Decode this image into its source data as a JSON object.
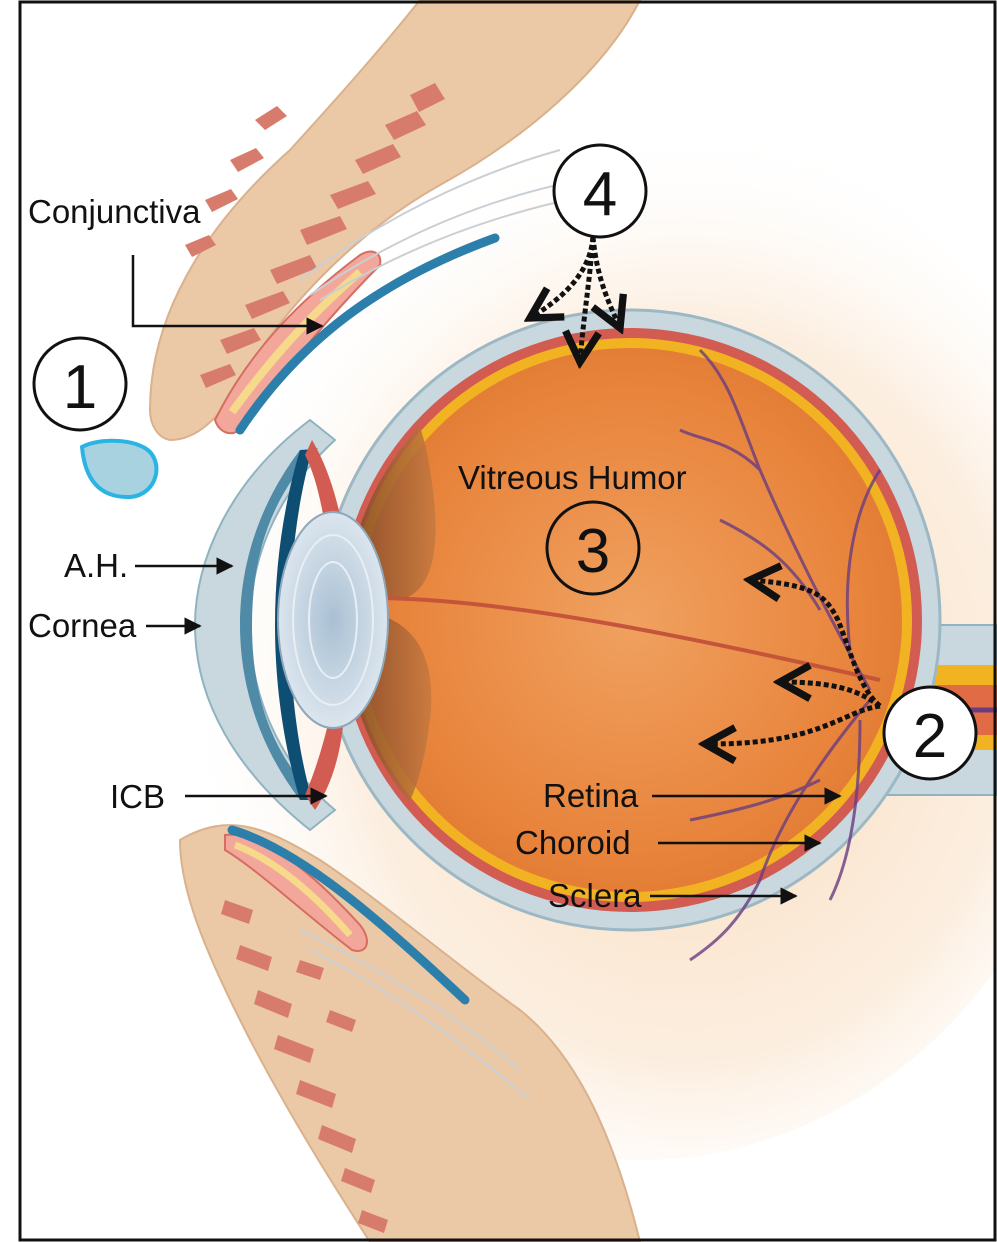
{
  "labels": {
    "conjunctiva": "Conjunctiva",
    "ah": "A.H.",
    "cornea": "Cornea",
    "icb": "ICB",
    "vitreous": "Vitreous Humor",
    "retina": "Retina",
    "choroid": "Choroid",
    "sclera": "Sclera"
  },
  "markers": {
    "m1": "1",
    "m2": "2",
    "m3": "3",
    "m4": "4"
  },
  "colors": {
    "skin": "#ecc9a6",
    "muscle": "#d77c6c",
    "sclera": "#c8d8de",
    "choroid": "#d35c52",
    "retina_band": "#f2b322",
    "vitreous": "#e8863e",
    "lens": "#c5d3df",
    "cornea_ah": "#4f8aa6",
    "iris": "#0f4e73",
    "drop_outline": "#2bb3e3",
    "vessel": "#6a3d80"
  }
}
